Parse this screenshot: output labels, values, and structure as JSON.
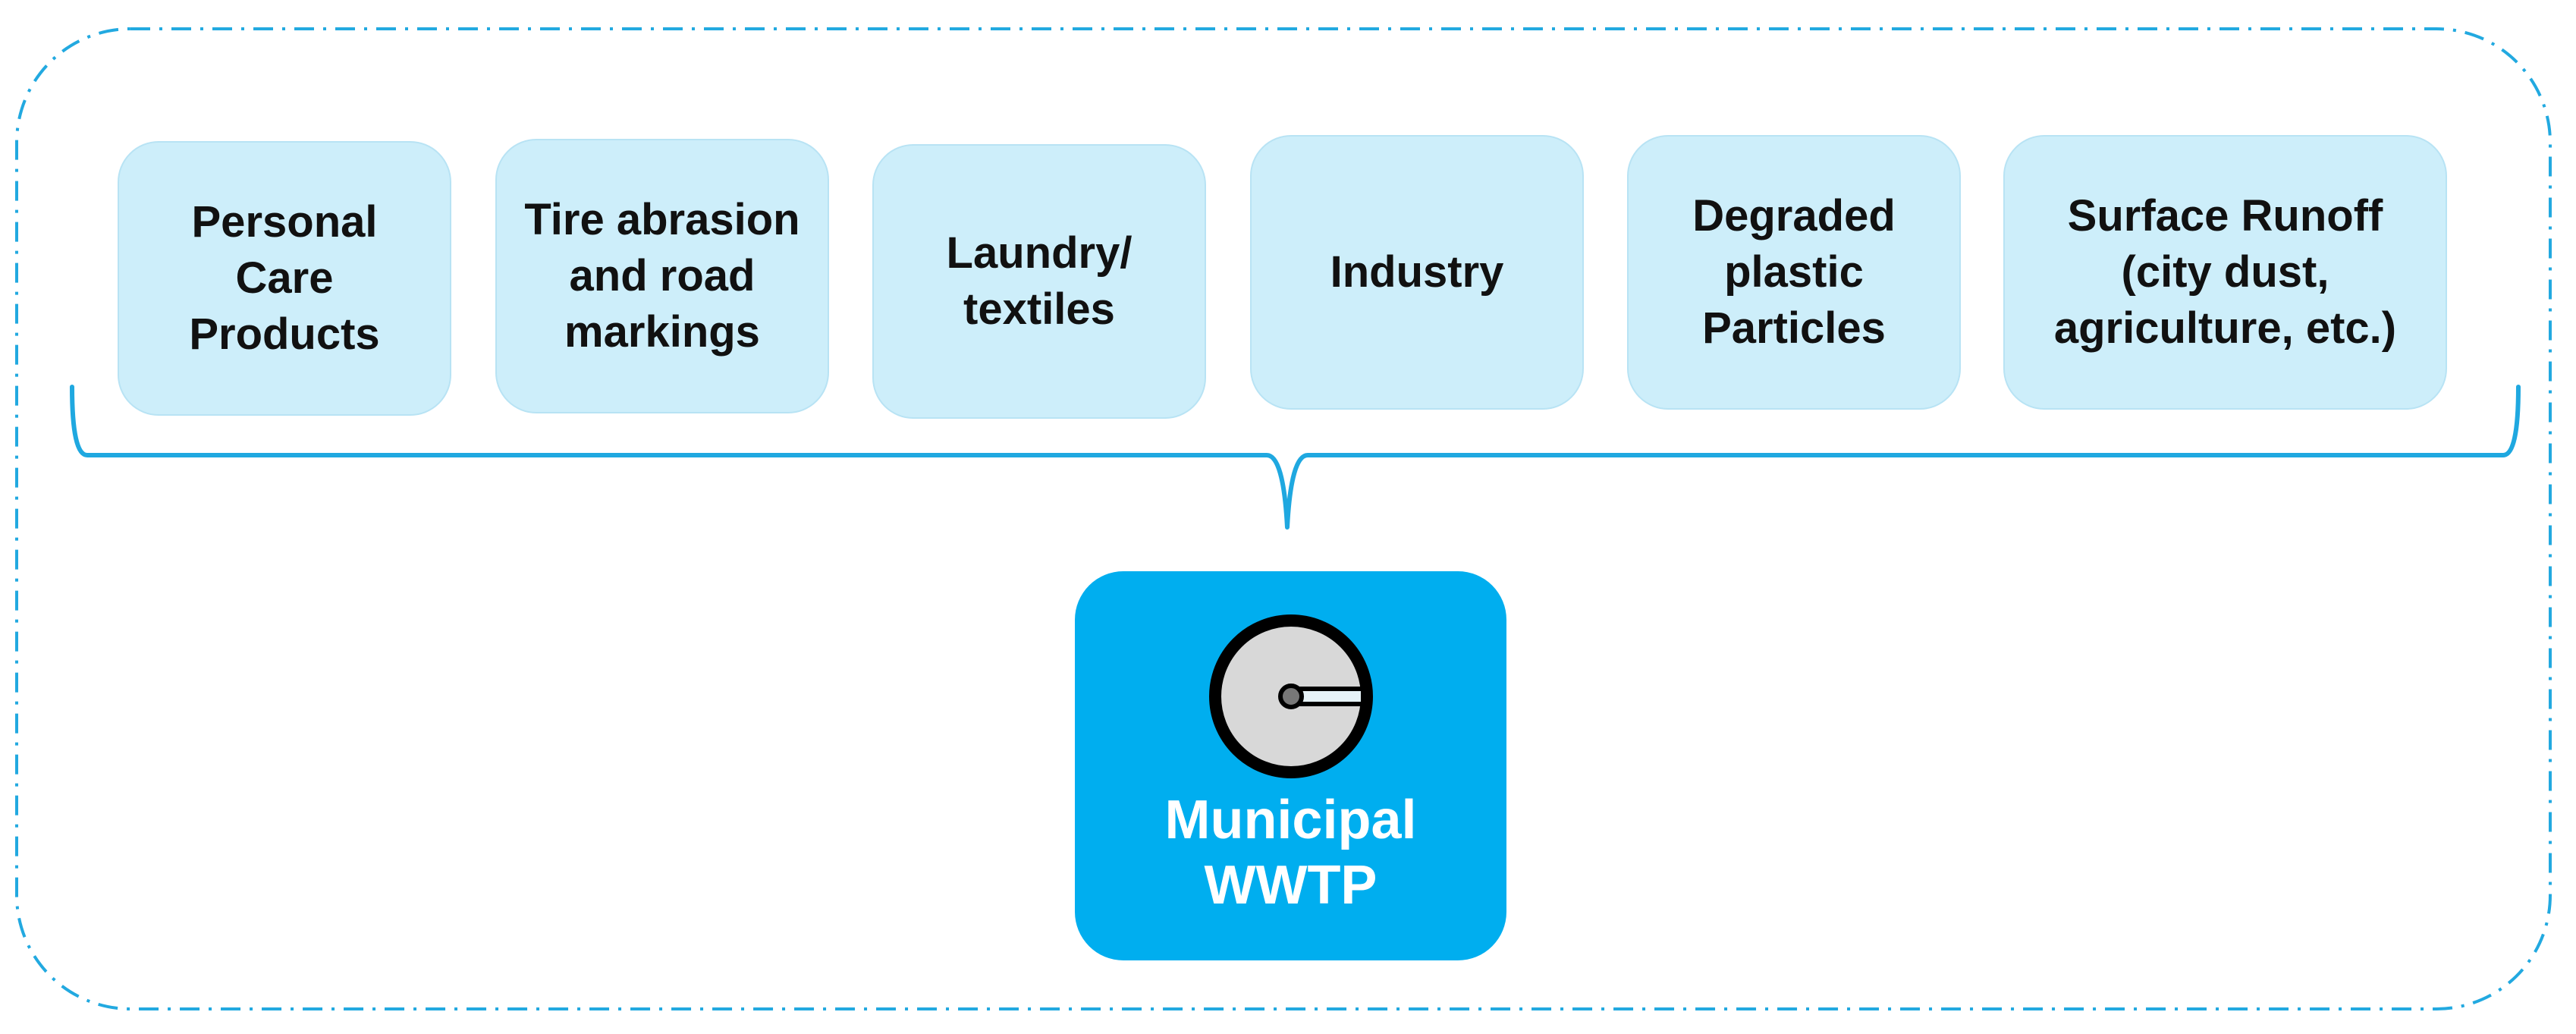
{
  "sources": [
    {
      "label": "Personal\nCare\nProducts"
    },
    {
      "label": "Tire abrasion\nand road\nmarkings"
    },
    {
      "label": "Laundry/\ntextiles"
    },
    {
      "label": "Industry"
    },
    {
      "label": "Degraded\nplastic\nParticles"
    },
    {
      "label": "Surface Runoff\n(city dust,\nagriculture, etc.)"
    }
  ],
  "target": {
    "label": "Municipal\nWWTP",
    "icon": "clarifier-tank-icon"
  },
  "colors": {
    "frame": "#22a9e0",
    "source_fill": "#cdeefa",
    "target_fill": "#00aeef",
    "brace": "#1fa8e0"
  }
}
